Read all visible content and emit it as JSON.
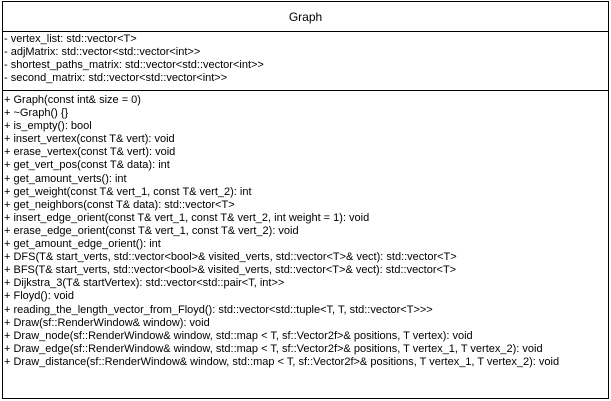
{
  "class_name": "Graph",
  "attributes": [
    "- vertex_list: std::vector<T>",
    "- adjMatrix: std::vector<std::vector<int>>",
    "- shortest_paths_matrix: std::vector<std::vector<int>>",
    "- second_matrix: std::vector<std::vector<int>>"
  ],
  "methods": [
    "+ Graph(const int& size = 0)",
    "+ ~Graph() {}",
    "+ is_empty(): bool",
    "+ insert_vertex(const T& vert): void",
    "+ erase_vertex(const T& vert): void",
    "+ get_vert_pos(const T& data): int",
    "+ get_amount_verts(): int",
    "+ get_weight(const T& vert_1, const T& vert_2): int",
    "+ get_neighbors(const T& data): std::vector<T>",
    "+ insert_edge_orient(const T& vert_1, const T& vert_2, int weight = 1): void",
    "+ erase_edge_orient(const T& vert_1, const T& vert_2): void",
    "+ get_amount_edge_orient(): int",
    "+ DFS(T& start_verts, std::vector<bool>& visited_verts, std::vector<T>& vect): std::vector<T>",
    "+ BFS(T& start_verts, std::vector<bool>& visited_verts, std::vector<T>& vect): std::vector<T>",
    "+ Dijkstra_3(T& startVertex): std::vector<std::pair<T, int>>",
    "+ Floyd(): void",
    "+ reading_the_length_vector_from_Floyd(): std::vector<std::tuple<T, T, std::vector<T>>>",
    "+ Draw(sf::RenderWindow& window): void",
    "+ Draw_node(sf::RenderWindow& window, std::map < T, sf::Vector2f>& positions, T vertex): void",
    "+ Draw_edge(sf::RenderWindow& window, std::map < T, sf::Vector2f>& positions, T vertex_1, T vertex_2): void",
    "+ Draw_distance(sf::RenderWindow& window, std::map < T, sf::Vector2f>& positions, T vertex_1, T vertex_2): void"
  ]
}
